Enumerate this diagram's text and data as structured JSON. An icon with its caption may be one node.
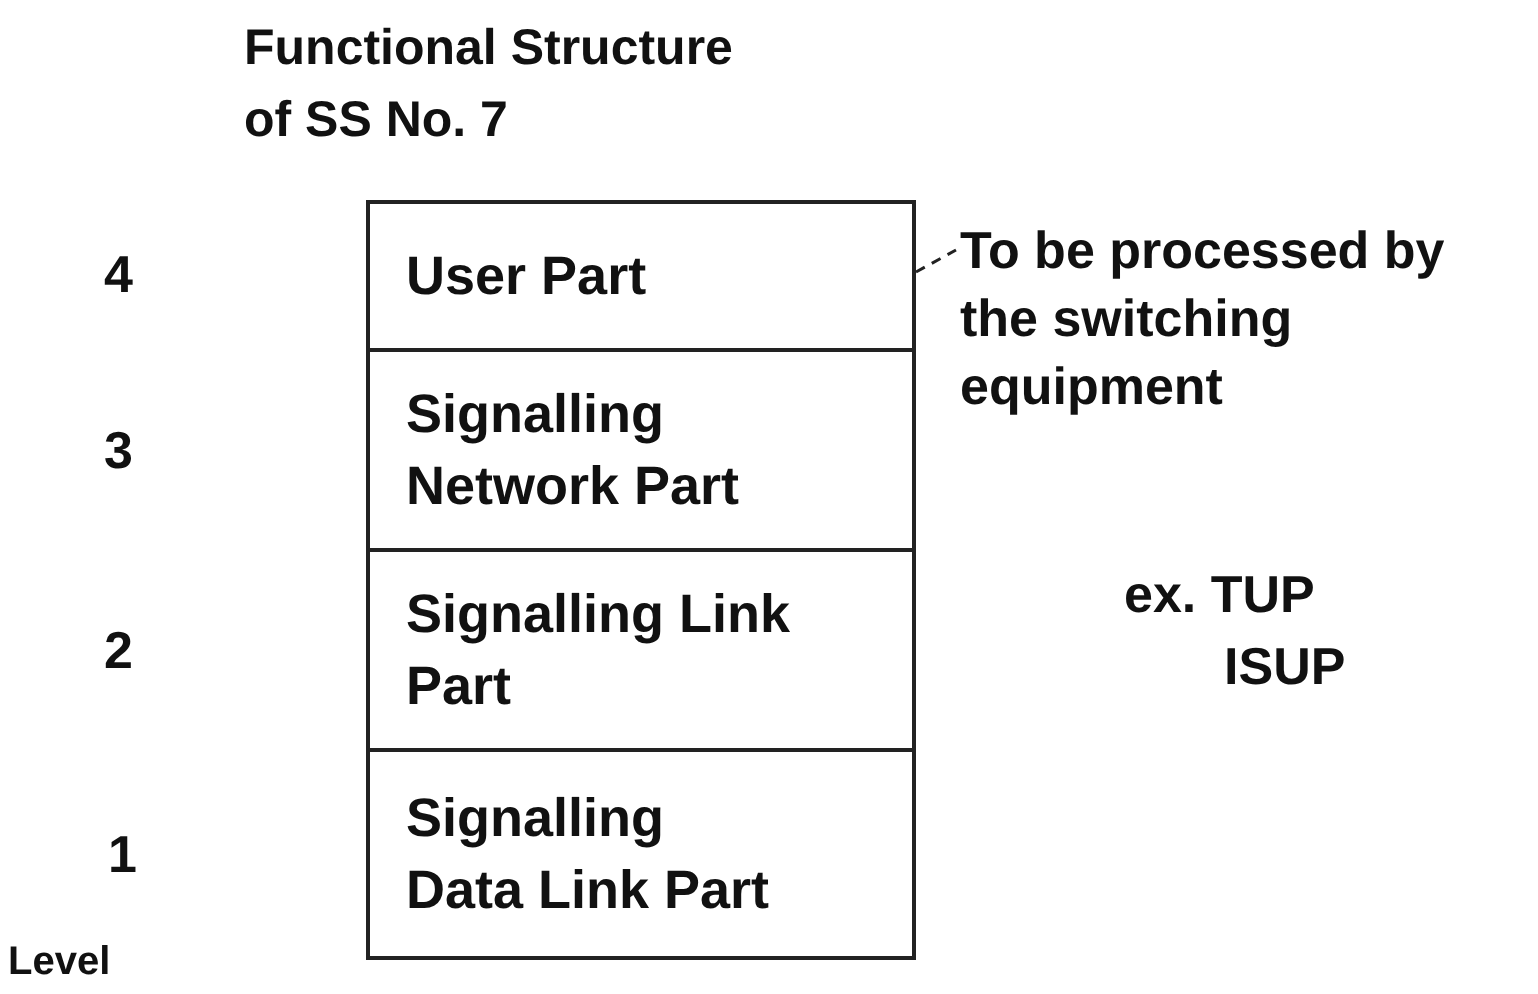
{
  "diagram": {
    "title": "Functional Structure of SS No. 7",
    "nodes": [
      {
        "text": [
          "User Part"
        ]
      },
      {
        "text": [
          "Signalling Network Part"
        ]
      },
      {
        "text": [
          "Signalling Link Part"
        ]
      },
      {
        "text": [
          "Signalling Data Link Part"
        ]
      },
      {
        "text": [
          "To be processed by the switching equipment"
        ]
      }
    ],
    "edges": [
      {
        "from": 0,
        "to": 4,
        "arrow": "none",
        "style": "dashed"
      }
    ],
    "labels": [
      "4",
      "3",
      "2",
      "1",
      "Level",
      "ex. TUP",
      "ISUP"
    ]
  }
}
